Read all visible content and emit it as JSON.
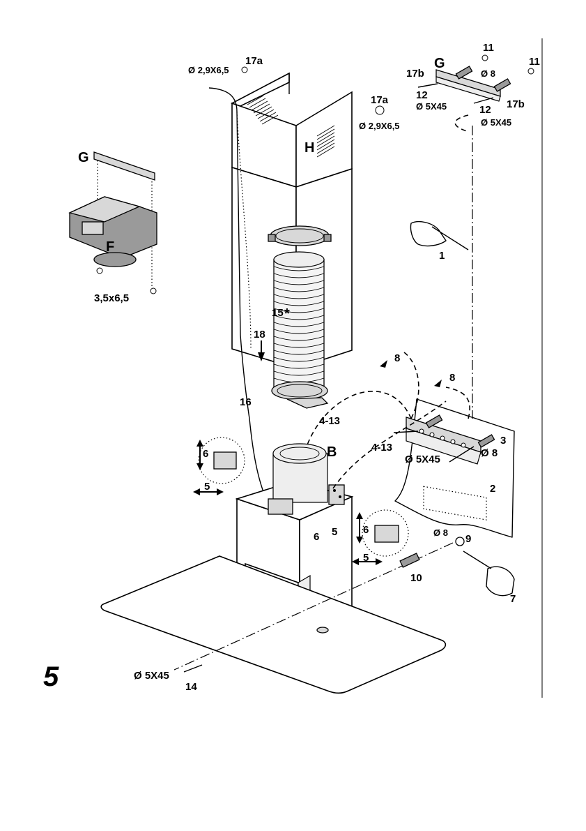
{
  "figure_number": "5",
  "labels": {
    "screw_top_size": "Ø 2,9X6,5",
    "screw_top_id": "17a",
    "screw_side_id": "17a",
    "screw_side_size": "Ø 2,9X6,5",
    "chimney_upper": "H",
    "bracket_g_left": "G",
    "filter_unit": "F",
    "filter_screw_size": "3,5x6,5",
    "bracket_g_right": "G",
    "ref_17b_left": "17b",
    "ref_17b_right": "17b",
    "dia_8_top": "Ø 8",
    "ref_11_a": "11",
    "ref_11_b": "11",
    "ref_12_a": "12",
    "ref_12_b": "12",
    "dia_5x45_a": "Ø 5X45",
    "dia_5x45_b": "Ø 5X45",
    "step_1": "1",
    "ref_15": "15",
    "ref_15_mark": "*",
    "ref_18": "18",
    "ref_16": "16",
    "ref_8_a": "8",
    "ref_8_b": "8",
    "ref_4_13_a": "4-13",
    "ref_4_13_b": "4-13",
    "ref_3": "3",
    "dia_5x45_wall": "Ø 5X45",
    "dia_8_wall": "Ø 8",
    "ref_2": "2",
    "motor_b": "B",
    "ref_6_left": "6",
    "ref_5_left": "5",
    "ref_6_center": "6",
    "ref_5_center": "5",
    "ref_6_right": "6",
    "ref_5_right": "5",
    "dia_8_bottom": "Ø 8",
    "ref_9": "9",
    "ref_10": "10",
    "step_7": "7",
    "dia_5x45_bottom": "Ø 5X45",
    "ref_14": "14"
  }
}
